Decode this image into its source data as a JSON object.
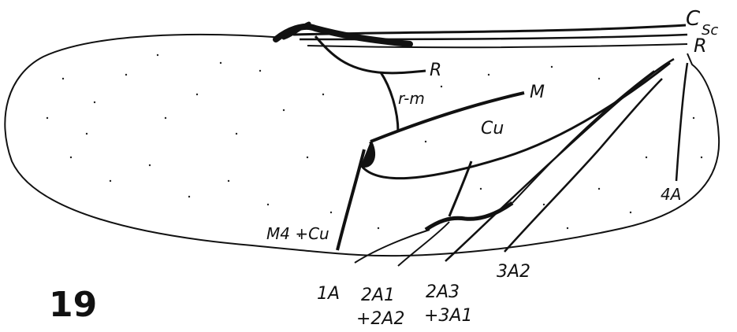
{
  "figure_number": "19",
  "colors": {
    "ink": "#111111",
    "paper": "#ffffff"
  },
  "labels": {
    "c": "C",
    "sc": "Sc",
    "r_tip": "R",
    "r": "R",
    "rm": "r-m",
    "m": "M",
    "cu": "Cu",
    "m4cu": "M4 +Cu",
    "a4": "4A",
    "a1": "1A",
    "a2_top": "2A1",
    "a2_bottom": "+2A2",
    "a3_top": "2A3",
    "a3_bottom": "+3A1",
    "a3_2": "3A2"
  }
}
